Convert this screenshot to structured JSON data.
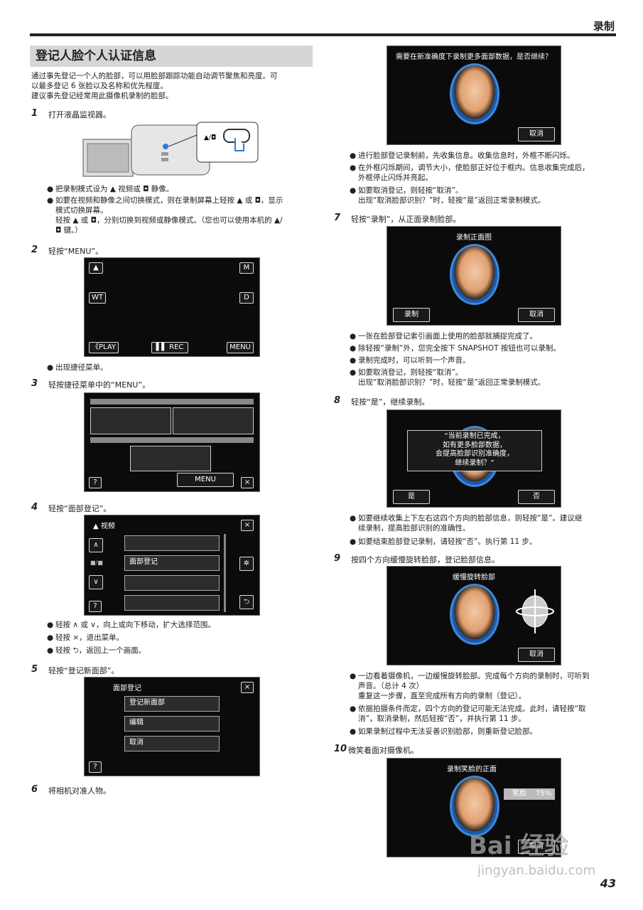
{
  "header": {
    "section": "录制",
    "page_number": "43"
  },
  "title": "登记人脸个人认证信息",
  "intro": [
    "通过事先登记一个人的脸部，可以用脸部跟踪功能自动调节聚焦和亮度。可",
    "以最多登记 6 张脸以及名称和优先程度。",
    "建议事先登记经常用此摄像机录制的脸部。"
  ],
  "steps": [
    {
      "num": "1",
      "text": "打开液晶监视器。",
      "bullets": [
        "把录制模式设为 ▲ 视频或 ◘ 静像。",
        "如要在视频和静像之间切换模式，则在录制屏幕上轻按 ▲ 或 ◘，显示\n模式切换屏幕。\n轻按 ▲ 或 ◘，分别切换到视频或静像模式。（您也可以使用本机的 ▲/\n◘ 键。）"
      ]
    },
    {
      "num": "2",
      "text": "轻按“MENU”。",
      "bullets": [
        "出现捷径菜单。"
      ]
    },
    {
      "num": "3",
      "text": "轻按捷径菜单中的“MENU”。",
      "bullets": []
    },
    {
      "num": "4",
      "text": "轻按“面部登记”。",
      "bullets": [
        "轻按 ∧ 或 ∨，向上或向下移动，扩大选择范围。",
        "轻按 ×，退出菜单。",
        "轻按 ⮌，返回上一个画面。"
      ]
    },
    {
      "num": "5",
      "text": "轻按“登记新面部”。",
      "bullets": []
    },
    {
      "num": "6",
      "text": "将相机对准人物。",
      "bullets": []
    },
    {
      "num": "7",
      "text": "轻按“录制”，从正面录制脸部。",
      "bullets": [
        "一张在脸部登记索引画面上使用的脸部就捕捉完成了。",
        "除轻按“录制”外，您完全按下 SNAPSHOT 按钮也可以录制。",
        "录制完成时，可以听到一个声音。",
        "如要取消登记，则轻按“取消”。\n出现“取消脸部识别？”时，轻按“是”返回正常录制模式。"
      ]
    },
    {
      "num": "8",
      "text": "轻按“是”，继续录制。",
      "bullets": [
        "如要继续收集上下左右这四个方向的脸部信息，则轻按“是”。建议继\n续录制，提高脸部识别的准确性。",
        "如要结束脸部登记录制，请轻按“否”。执行第 11 步。"
      ]
    },
    {
      "num": "9",
      "text": "按四个方向缓慢旋转脸部，登记脸部信息。",
      "bullets": [
        "一边看着摄像机，一边缓慢旋转脸部。完成每个方向的录制时，可听到\n声音。（总计 4 次）\n重复这一步骤，直至完成所有方向的录制（登记）。",
        "依据拍摄条件而定，四个方向的登记可能无法完成。此时，请轻按“取\n消”，取消录制，然后轻按“否”，并执行第 11 步。",
        "如果录制过程中无法妥善识别脸部，则重新登记脸部。"
      ]
    },
    {
      "num": "10",
      "text": "微笑着面对摄像机。",
      "bullets": []
    }
  ],
  "step6_bullets": [
    "进行脸部登记录制前，先收集信息。收集信息时，外框不断闪烁。",
    "在外框闪烁期间，调节大小，使脸部正好位于框内。信息收集完成后，\n外框停止闪烁并亮起。",
    "如要取消登记，则轻按“取消”。\n出现“取消脸部识别？”时，轻按“是”返回正常录制模式。"
  ],
  "screens": {
    "s2": {
      "play": "《PLAY",
      "rec": "REC",
      "menu": "MENU",
      "m": "M",
      "d": "D",
      "wt": "WT"
    },
    "s3": {
      "menu": "MENU",
      "help": "?"
    },
    "s4": {
      "title": "视频",
      "item": "面部登记",
      "counter": "■/■",
      "help": "?"
    },
    "s5": {
      "title": "面部登记",
      "items": [
        "登记新面部",
        "编辑",
        "取消"
      ],
      "help": "?"
    },
    "s6": {
      "title": "需要在新准确度下录制更多面部数据，是否继续？",
      "cancel": "取消"
    },
    "s7": {
      "title": "录制正面图",
      "record": "录制",
      "cancel": "取消"
    },
    "s8": {
      "message": [
        "“当前录制已完成，",
        "如有更多脸部数据，",
        "会提高脸部识别准确度，",
        "继续录制？”"
      ],
      "yes": "是",
      "no": "否"
    },
    "s9": {
      "title": "缓慢旋转脸部",
      "cancel": "取消"
    },
    "s10": {
      "title": "录制笑脸的正面",
      "smile": "笑脸",
      "percent": "75%",
      "cancel": "取消"
    }
  },
  "watermark": {
    "brand": "Bai 经验",
    "url": "jingyan.baidu.com"
  }
}
